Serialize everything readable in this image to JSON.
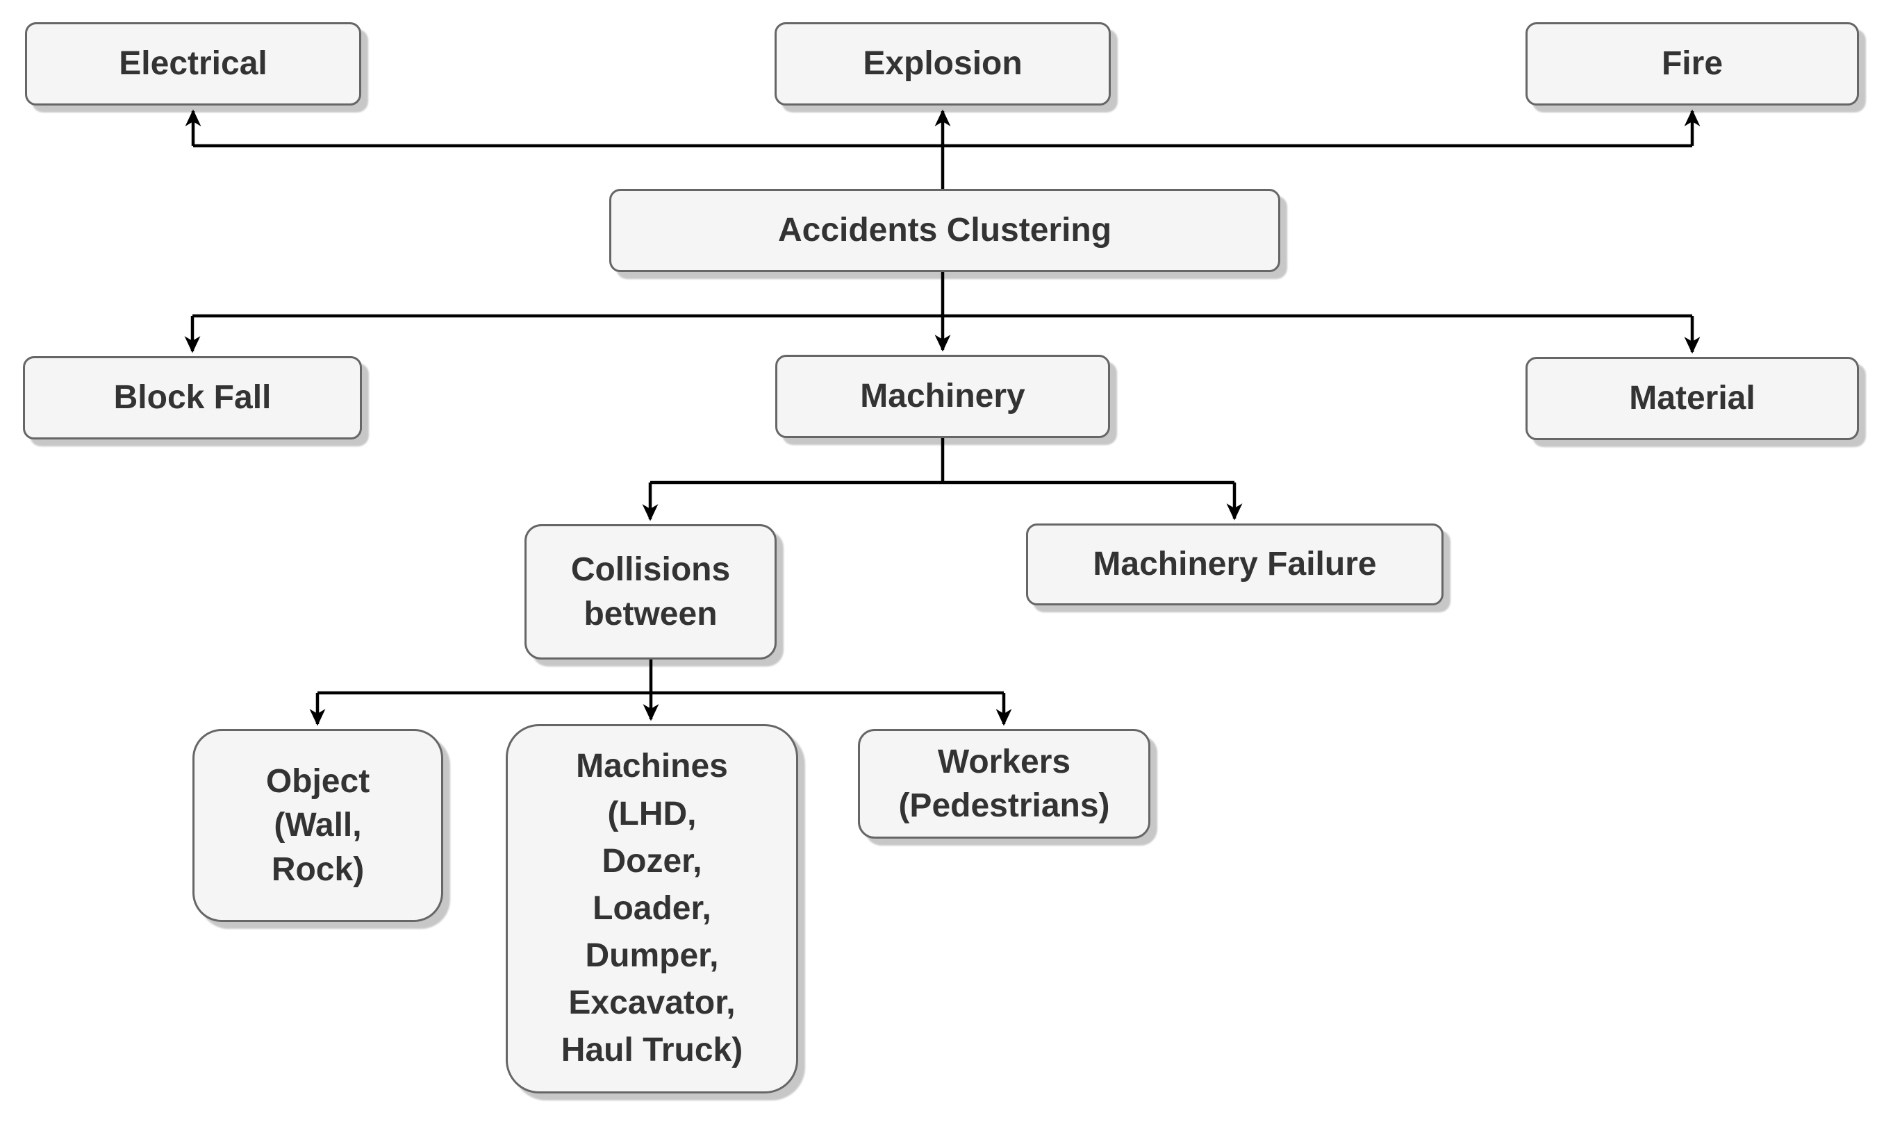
{
  "diagram": {
    "type": "flowchart",
    "root_label": "Accidents Clustering",
    "nodes": {
      "electrical": {
        "label": "Electrical"
      },
      "explosion": {
        "label": "Explosion"
      },
      "fire": {
        "label": "Fire"
      },
      "accidents_clustering": {
        "label": "Accidents Clustering"
      },
      "block_fall": {
        "label": "Block Fall"
      },
      "machinery": {
        "label": "Machinery"
      },
      "material": {
        "label": "Material"
      },
      "collisions_between": {
        "label": "Collisions\nbetween"
      },
      "machinery_failure": {
        "label": "Machinery Failure"
      },
      "object": {
        "label": "Object\n(Wall,\nRock)"
      },
      "machines": {
        "label": "Machines\n(LHD,\nDozer,\nLoader,\nDumper,\nExcavator,\nHaul Truck)"
      },
      "workers": {
        "label": "Workers\n(Pedestrians)"
      }
    },
    "edges": [
      {
        "from": "accidents_clustering",
        "to": "electrical"
      },
      {
        "from": "accidents_clustering",
        "to": "explosion"
      },
      {
        "from": "accidents_clustering",
        "to": "fire"
      },
      {
        "from": "accidents_clustering",
        "to": "block_fall"
      },
      {
        "from": "accidents_clustering",
        "to": "machinery"
      },
      {
        "from": "accidents_clustering",
        "to": "material"
      },
      {
        "from": "machinery",
        "to": "collisions_between"
      },
      {
        "from": "machinery",
        "to": "machinery_failure"
      },
      {
        "from": "collisions_between",
        "to": "object"
      },
      {
        "from": "collisions_between",
        "to": "machines"
      },
      {
        "from": "collisions_between",
        "to": "workers"
      }
    ],
    "colors": {
      "node_fill": "#f5f5f5",
      "node_border": "#666666",
      "text": "#333333",
      "connector": "#000000",
      "background": "#ffffff"
    }
  }
}
